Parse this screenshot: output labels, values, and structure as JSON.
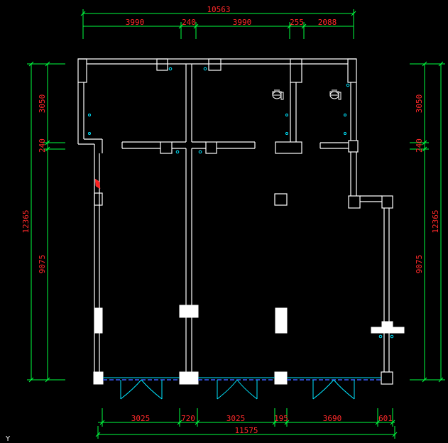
{
  "drawing": {
    "colors": {
      "background": "#000000",
      "dimension_line": "#00ff40",
      "dimension_text": "#ff2a2a",
      "wall": "#ffffff",
      "glass": "#00e5ff"
    },
    "top_dimensions": {
      "overall": "10563",
      "segments": [
        "3990",
        "240",
        "3990",
        "255",
        "2088"
      ]
    },
    "bottom_dimensions": {
      "overall": "11575",
      "segments": [
        "3025",
        "720",
        "3025",
        "195",
        "3690",
        "601"
      ]
    },
    "left_dimensions": {
      "overall": "12365",
      "segments": [
        "3050",
        "240",
        "9075"
      ]
    },
    "right_dimensions": {
      "overall": "12365",
      "segments": [
        "3050",
        "240",
        "9075"
      ]
    },
    "corner_mark": "Y"
  }
}
